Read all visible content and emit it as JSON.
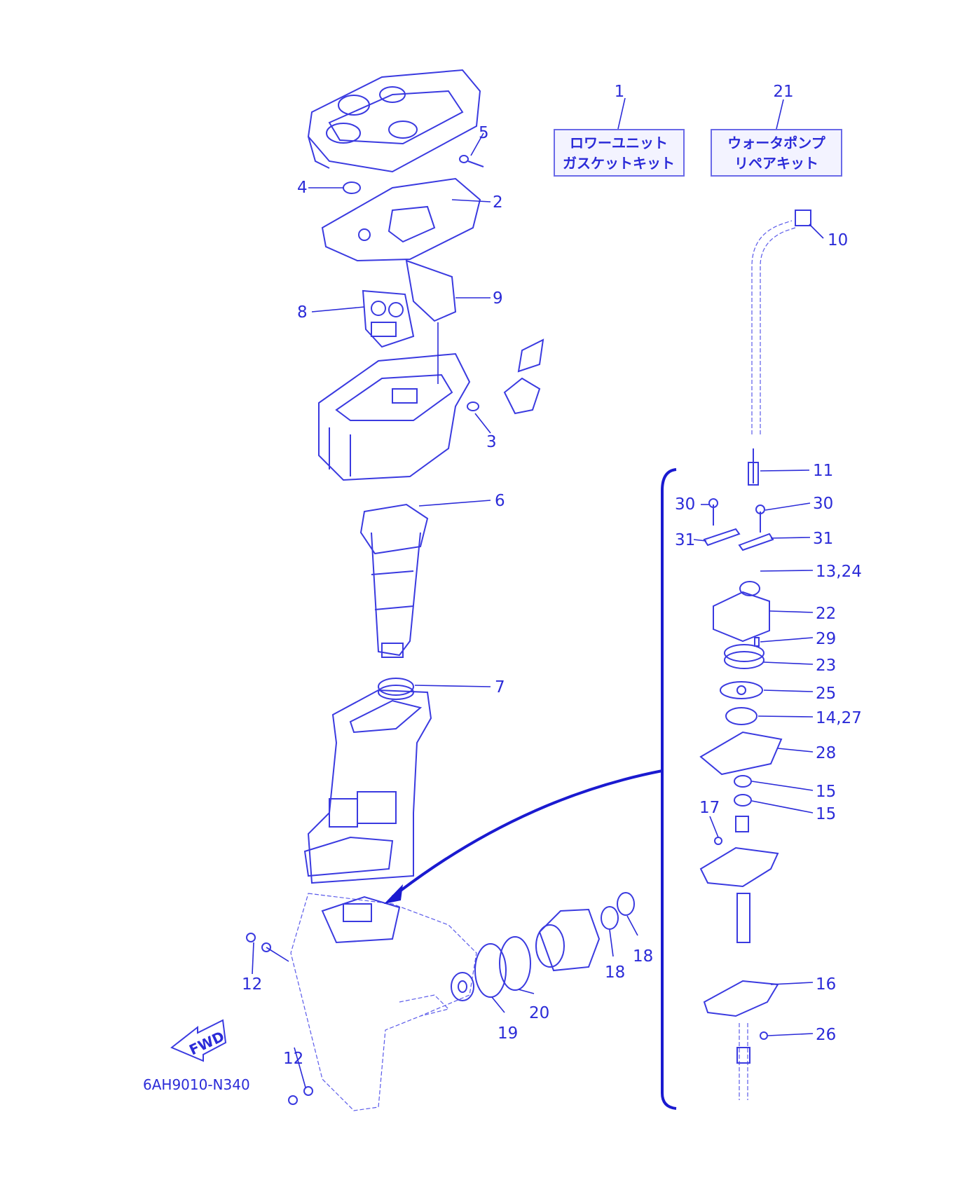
{
  "diagram": {
    "drawing_code": "6AH9010-N340",
    "fwd_label": "FWD",
    "kits": [
      {
        "number": "1",
        "line1": "ロワーユニット",
        "line2": "ガスケットキット"
      },
      {
        "number": "21",
        "line1": "ウォータポンプ",
        "line2": "リペアキット"
      }
    ],
    "callouts": {
      "c2": "2",
      "c3": "3",
      "c4": "4",
      "c5": "5",
      "c6": "6",
      "c7": "7",
      "c8": "8",
      "c9": "9",
      "c10": "10",
      "c11": "11",
      "c12a": "12",
      "c12b": "12",
      "c13": "13,24",
      "c14": "14,27",
      "c15a": "15",
      "c15b": "15",
      "c16": "16",
      "c17": "17",
      "c18a": "18",
      "c18b": "18",
      "c19": "19",
      "c20": "20",
      "c22": "22",
      "c23": "23",
      "c25": "25",
      "c26": "26",
      "c28": "28",
      "c29": "29",
      "c30a": "30",
      "c30b": "30",
      "c31a": "31",
      "c31b": "31"
    }
  }
}
